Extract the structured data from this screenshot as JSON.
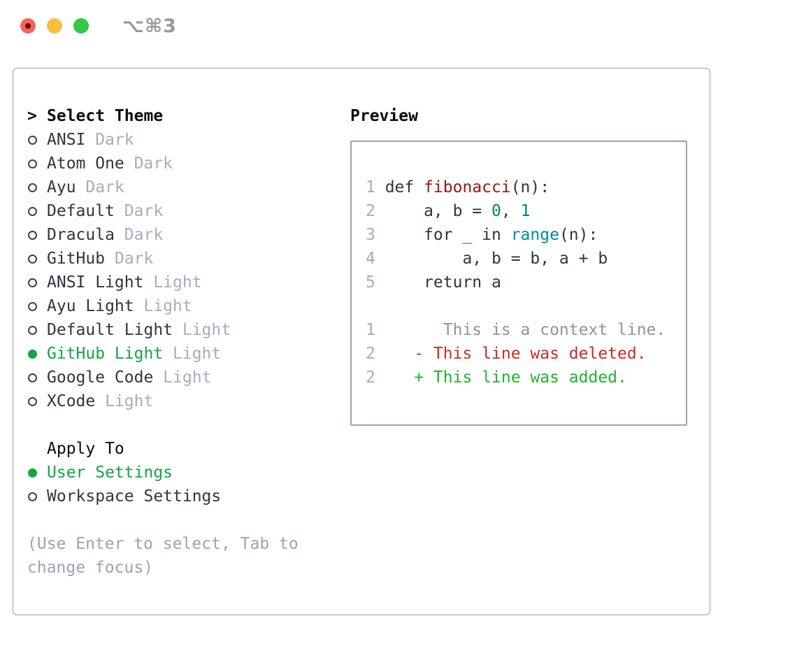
{
  "window": {
    "shortcut": "⌥⌘3",
    "traffic_lights": [
      "close",
      "minimize",
      "zoom"
    ]
  },
  "theme_list": {
    "cursor": ">",
    "title": "Select Theme",
    "items": [
      {
        "label": "ANSI",
        "tag": "Dark",
        "selected": false
      },
      {
        "label": "Atom One",
        "tag": "Dark",
        "selected": false
      },
      {
        "label": "Ayu",
        "tag": "Dark",
        "selected": false
      },
      {
        "label": "Default",
        "tag": "Dark",
        "selected": false
      },
      {
        "label": "Dracula",
        "tag": "Dark",
        "selected": false
      },
      {
        "label": "GitHub",
        "tag": "Dark",
        "selected": false
      },
      {
        "label": "ANSI Light",
        "tag": "Light",
        "selected": false
      },
      {
        "label": "Ayu Light",
        "tag": "Light",
        "selected": false
      },
      {
        "label": "Default Light",
        "tag": "Light",
        "selected": false
      },
      {
        "label": "GitHub Light",
        "tag": "Light",
        "selected": true
      },
      {
        "label": "Google Code",
        "tag": "Light",
        "selected": false
      },
      {
        "label": "XCode",
        "tag": "Light",
        "selected": false
      }
    ]
  },
  "apply_to": {
    "title": "Apply To",
    "items": [
      {
        "label": "User Settings",
        "selected": true
      },
      {
        "label": "Workspace Settings",
        "selected": false
      }
    ]
  },
  "footer": {
    "hint": "(Use Enter to select, Tab to change focus)"
  },
  "preview": {
    "title": "Preview",
    "lines": [
      {
        "num": "1",
        "segments": [
          {
            "text": "def ",
            "style": "code"
          },
          {
            "text": "fibonacci",
            "style": "function"
          },
          {
            "text": "(n):",
            "style": "code"
          }
        ]
      },
      {
        "num": "2",
        "segments": [
          {
            "text": "    a, b = ",
            "style": "code"
          },
          {
            "text": "0",
            "style": "number"
          },
          {
            "text": ", ",
            "style": "code"
          },
          {
            "text": "1",
            "style": "number"
          }
        ]
      },
      {
        "num": "3",
        "segments": [
          {
            "text": "    for _ in ",
            "style": "code"
          },
          {
            "text": "range",
            "style": "builtin"
          },
          {
            "text": "(n):",
            "style": "code"
          }
        ]
      },
      {
        "num": "4",
        "segments": [
          {
            "text": "        a, b = b, a + b",
            "style": "code"
          }
        ]
      },
      {
        "num": "5",
        "segments": [
          {
            "text": "    return a",
            "style": "code"
          }
        ]
      },
      {
        "num": "",
        "segments": []
      },
      {
        "num": "1",
        "segments": [
          {
            "text": "      This is a context line.",
            "style": "context"
          }
        ]
      },
      {
        "num": "2",
        "segments": [
          {
            "text": "   - This line was deleted.",
            "style": "deleted"
          }
        ]
      },
      {
        "num": "2",
        "segments": [
          {
            "text": "   + This line was added.",
            "style": "added"
          }
        ]
      }
    ]
  },
  "colors": {
    "accent_green": "#13a543",
    "added_green": "#1db52a",
    "deleted_red": "#cd2b1e",
    "function_red": "#9e1616",
    "number_teal": "#008080",
    "builtin_blue": "#0086b3",
    "muted_tag": "#a5aebc",
    "panel_border": "#9aa3ae",
    "traffic_close": "#f4645f",
    "traffic_min": "#fbbe3c",
    "traffic_zoom": "#32c746"
  }
}
